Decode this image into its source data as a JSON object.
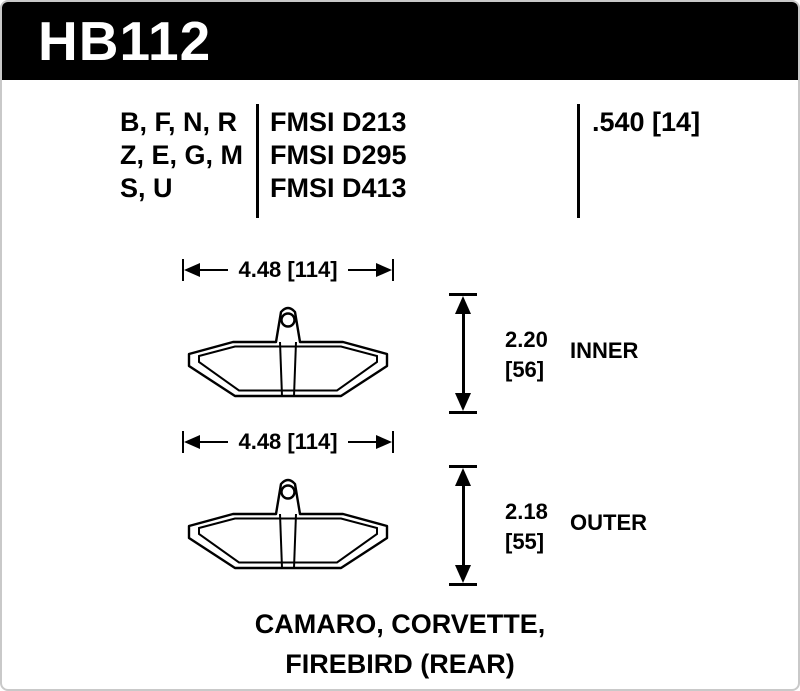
{
  "header": {
    "part_number": "HB112"
  },
  "spec": {
    "compound_lines": [
      "B, F, N, R",
      "Z, E, G, M",
      "S, U"
    ],
    "fmsi_lines": [
      "FMSI D213",
      "FMSI D295",
      "FMSI D413"
    ],
    "thickness": ".540 [14]"
  },
  "diagrams": [
    {
      "width_dim": "4.48 [114]",
      "height_value": "2.20",
      "height_bracket": "[56]",
      "position_label": "INNER"
    },
    {
      "width_dim": "4.48 [114]",
      "height_value": "2.18",
      "height_bracket": "[55]",
      "position_label": "OUTER"
    }
  ],
  "footer": {
    "line1": "CAMARO, CORVETTE,",
    "line2": "FIREBIRD (REAR)"
  },
  "colors": {
    "ink": "#000000",
    "header_background": "#000000",
    "page_background": "#ffffff"
  }
}
